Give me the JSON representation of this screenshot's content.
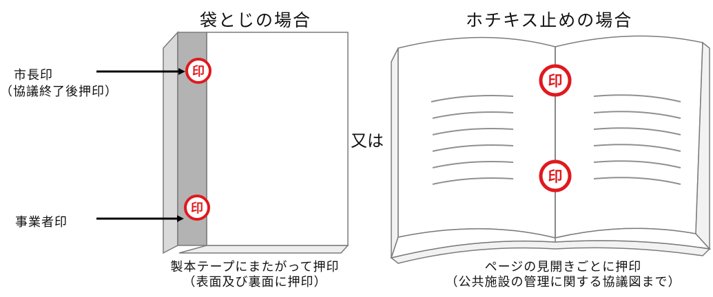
{
  "left_panel": {
    "title": "袋とじの場合",
    "label_mayor": "市長印",
    "label_mayor_note": "（協議終了後押印）",
    "label_business": "事業者印",
    "caption_line1": "製本テープにまたがって押印",
    "caption_line2": "（表面及び裏面に押印）"
  },
  "connector_text": "又は",
  "right_panel": {
    "title": "ホチキス止めの場合",
    "caption_line1": "ページの見開きごとに押印",
    "caption_line2": "（公共施設の管理に関する協議図まで）"
  },
  "stamp": {
    "glyph": "印",
    "color": "#e0191e"
  },
  "colors": {
    "tape": "#b3b3b3",
    "spine": "#d9d9d9",
    "outline": "#7a7a7a",
    "text_lines": "#8f8f8f"
  }
}
